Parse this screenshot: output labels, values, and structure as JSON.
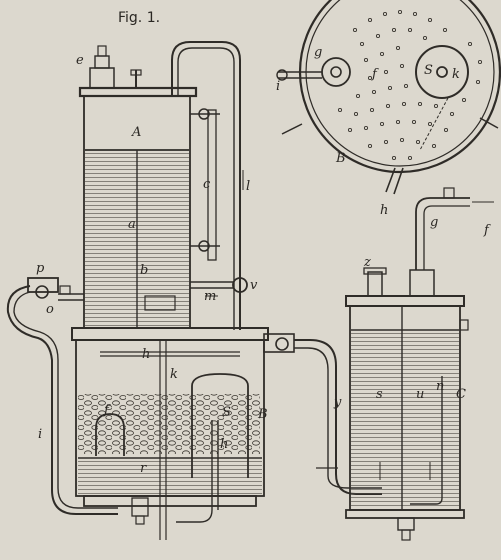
{
  "figure": {
    "title": "Fig. 1.",
    "colors": {
      "paper": "#dcd8ce",
      "ink": "#2f2c28",
      "liquid": "#c9c5bb"
    }
  },
  "labels": {
    "A": "A",
    "a": "a",
    "b": "b",
    "c": "c",
    "e": "e",
    "l": "l",
    "m": "m",
    "v": "v",
    "p": "p",
    "o": "o",
    "h_top": "h",
    "k_mid": "k",
    "S_left": "S",
    "B_left": "B",
    "i_left": "i",
    "f_left": "f",
    "r_left": "r",
    "h_mid": "h",
    "y": "y",
    "z": "z",
    "s": "s",
    "u": "u",
    "n": "n",
    "C": "C",
    "g_top": "g",
    "i_top": "i",
    "f_top": "f",
    "S_top": "S",
    "k_top": "k",
    "B_top": "B",
    "h_top_right": "h",
    "g_right": "g",
    "f_right": "f"
  }
}
